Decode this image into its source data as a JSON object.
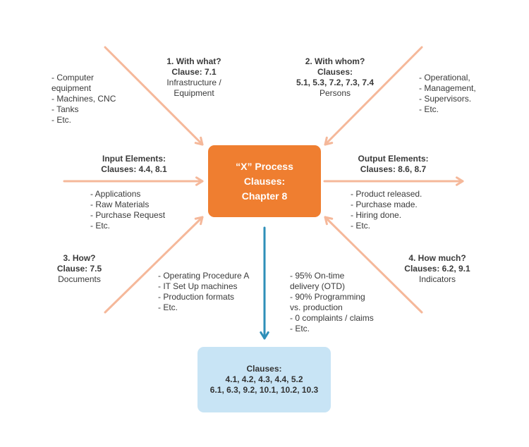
{
  "colors": {
    "arrow": "#f5b89a",
    "process_box": "#ef7e30",
    "down_arrow": "#2e8fb8",
    "clauses_box": "#c8e4f5",
    "text": "#3a3a3a"
  },
  "process": {
    "line1": "“X” Process",
    "line2": "Clauses:",
    "line3": "Chapter 8"
  },
  "with_what": {
    "title": "1. With what?",
    "clause": "Clause: 7.1",
    "desc1": "Infrastructure /",
    "desc2": "Equipment"
  },
  "with_whom": {
    "title": "2. With whom?",
    "clause_label": "Clauses:",
    "clauses": "5.1, 5.3, 7.2, 7.3, 7.4",
    "desc": "Persons"
  },
  "how": {
    "title": "3. How?",
    "clause": "Clause: 7.5",
    "desc": "Documents"
  },
  "how_much": {
    "title": "4. How much?",
    "clause": "Clauses: 6.2, 9.1",
    "desc": "Indicators"
  },
  "input": {
    "title": "Input Elements:",
    "clauses": "Clauses: 4.4, 8.1"
  },
  "output": {
    "title": "Output Elements:",
    "clauses": "Clauses: 8.6, 8.7"
  },
  "equipment_list": [
    "- Computer",
    "equipment",
    "- Machines, CNC",
    "- Tanks",
    "- Etc."
  ],
  "persons_list": [
    "- Operational,",
    "- Management,",
    "- Supervisors.",
    "- Etc."
  ],
  "input_list": [
    "- Applications",
    "- Raw Materials",
    "- Purchase Request",
    "- Etc."
  ],
  "output_list": [
    "- Product released.",
    "- Purchase made.",
    "- Hiring done.",
    "- Etc."
  ],
  "documents_list": [
    "- Operating Procedure A",
    "- IT Set Up machines",
    "- Production formats",
    "- Etc."
  ],
  "indicators_list": [
    "- 95% On-time",
    "delivery (OTD)",
    "- 90% Programming",
    "vs. production",
    "- 0 complaints / claims",
    "- Etc."
  ],
  "clauses_box": {
    "label": "Clauses:",
    "line1": "4.1, 4.2, 4.3, 4.4, 5.2",
    "line2": "6.1, 6.3, 9.2, 10.1, 10.2, 10.3"
  }
}
